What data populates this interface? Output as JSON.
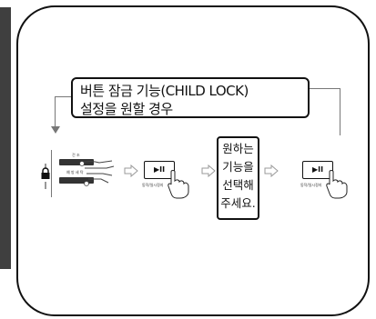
{
  "title": {
    "line1": "버튼 잠금 기능(CHILD LOCK)",
    "line2": "설정을 원할 경우"
  },
  "message": {
    "line1": "원하는",
    "line2": "기능을",
    "line3": "선택해",
    "line4": "주세요."
  },
  "panel": {
    "label_top": "건 조",
    "label_bottom": "예 방 세 탁"
  },
  "button_symbol": "▶II",
  "button_caption": "동작/일시정지",
  "icons": [
    "lock-icon",
    "hand-pointer-icon",
    "arrow-right-icon"
  ]
}
